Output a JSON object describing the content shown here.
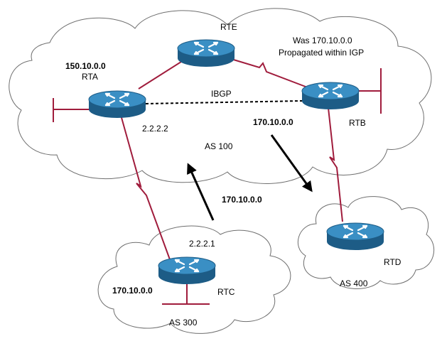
{
  "colors": {
    "link": "#a01c3c",
    "router_top": "#2f7fb0",
    "router_side": "#1d5c86",
    "cloud_stroke": "#6e6e6e",
    "arrow": "#000000"
  },
  "routers": {
    "rta": "RTA",
    "rtb": "RTB",
    "rtc": "RTC",
    "rtd": "RTD",
    "rte": "RTE"
  },
  "networks": {
    "rta_net": "150.10.0.0",
    "rtc_net": "170.10.0.0",
    "rtb_advertised": "170.10.0.0",
    "rtc_advertised": "170.10.0.0"
  },
  "addresses": {
    "rta_link": "2.2.2.2",
    "rtc_link": "2.2.2.1"
  },
  "links": {
    "ibgp": "IBGP"
  },
  "annotation": {
    "line1": "Was 170.10.0.0",
    "line2": "Propagated within IGP"
  },
  "as_labels": {
    "as100": "AS 100",
    "as300": "AS 300",
    "as400": "AS 400"
  }
}
